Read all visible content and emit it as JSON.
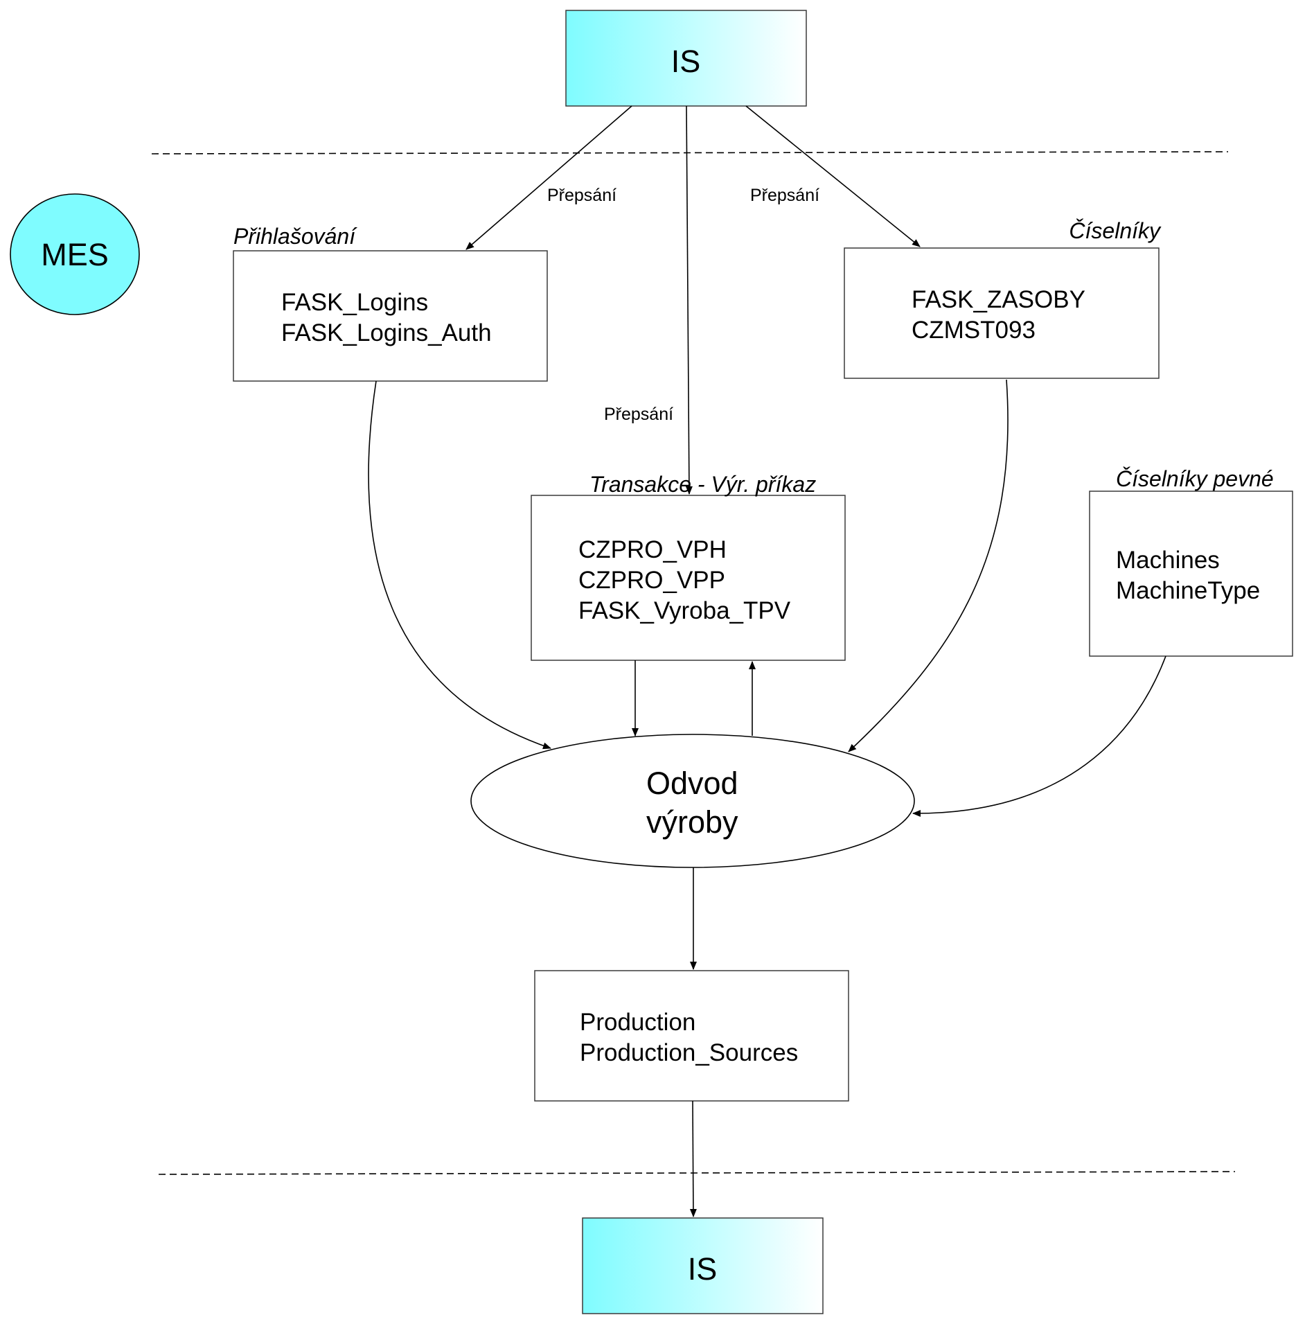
{
  "colors": {
    "accent_cyan": "#7ffcff",
    "box_border": "#3a3a3a",
    "background": "#ffffff"
  },
  "nodes": {
    "is_top": {
      "label": "IS"
    },
    "mes": {
      "label": "MES"
    },
    "login": {
      "title": "Přihlašování",
      "lines": [
        "FASK_Logins",
        "FASK_Logins_Auth"
      ]
    },
    "codebooks": {
      "title": "Číselníky",
      "lines": [
        "FASK_ZASOBY",
        "CZMST093"
      ]
    },
    "transactions": {
      "title": "Transakce - Výr. příkaz",
      "lines": [
        "CZPRO_VPH",
        "CZPRO_VPP",
        "FASK_Vyroba_TPV"
      ]
    },
    "fixed_codebooks": {
      "title": "Číselníky pevné",
      "lines": [
        "Machines",
        "MachineType"
      ]
    },
    "output": {
      "lines": [
        "Odvod",
        "výroby"
      ]
    },
    "production": {
      "lines": [
        "Production",
        "Production_Sources"
      ]
    },
    "is_bottom": {
      "label": "IS"
    }
  },
  "edges": {
    "to_login": "Přepsání",
    "to_codebooks": "Přepsání",
    "to_transactions": "Přepsání"
  }
}
